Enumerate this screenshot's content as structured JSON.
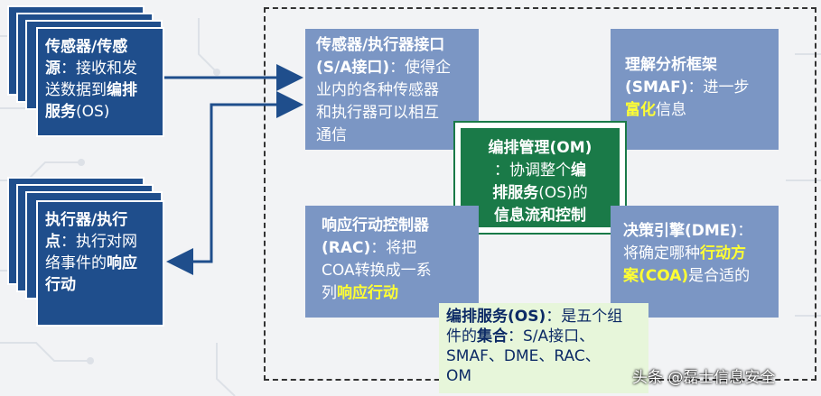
{
  "sensor": {
    "t1": "传感器/传感",
    "t2": "源",
    "t3": "：接收和发",
    "t4": "送数据到",
    "t5": "编排",
    "t6": "服务",
    "t7": "(OS)"
  },
  "actuator": {
    "t1": "执行器/执行",
    "t2": "点",
    "t3": "：执行对网",
    "t4": "络事件的",
    "t5": "响应",
    "t6": "行动"
  },
  "sa": {
    "t1": "传感器/执行器接口",
    "t2": "(S/A接口)",
    "t3": "：使得企",
    "t4": "业内的各种传感器",
    "t5": "和执行器可以相互",
    "t6": "通信"
  },
  "smaf": {
    "t1": "理解分析框架",
    "t2": "(SMAF)",
    "t3": "：进一步",
    "t4": "富化",
    "t5": "信息"
  },
  "om": {
    "t1": "编排管理(OM)",
    "t2": "：协调整个",
    "t3": "编",
    "t4": "排服务",
    "t5": "(OS)的",
    "t6": "信息流和控制"
  },
  "rac": {
    "t1": "响应行动控制器",
    "t2": "(RAC)",
    "t3": "：将把",
    "t4": "COA转换成一系",
    "t5": "列",
    "t6": "响应行动"
  },
  "dme": {
    "t1": "决策引擎(DME)",
    "t2": "：",
    "t3": "将确定哪种",
    "t4": "行动方",
    "t5": "案(COA)",
    "t6": "是合适的"
  },
  "os_note": {
    "t1": "编排服务(OS)",
    "t2": "：是五个组",
    "t3": "件的",
    "t4": "集合",
    "t5": "：S/A接口、",
    "t6": "SMAF、DME、RAC、",
    "t7": "OM"
  },
  "watermark": "头条 @磊士信息安全",
  "colors": {
    "dark_blue": "#1f4e8c",
    "light_blue": "#7b96c4",
    "green": "#1a7a48",
    "highlight": "#ffff33",
    "note_bg": "#e7f6da"
  }
}
